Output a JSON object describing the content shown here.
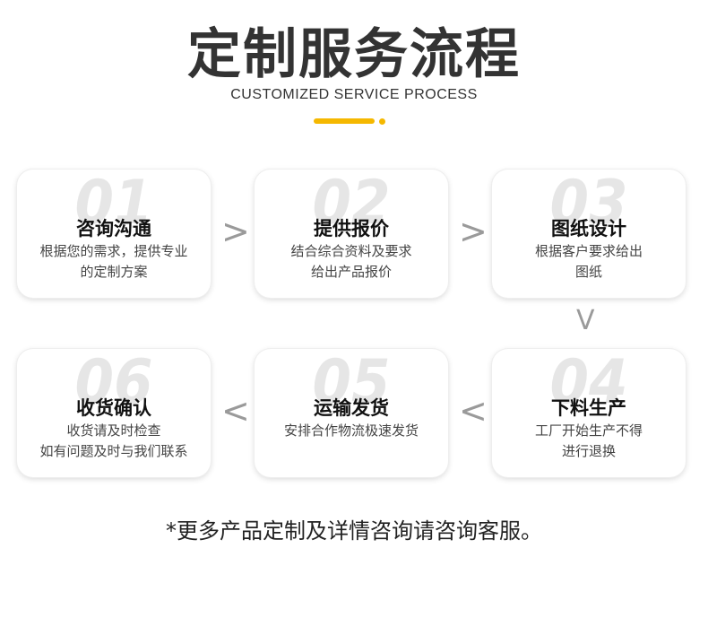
{
  "header": {
    "title": "定制服务流程",
    "subtitle": "CUSTOMIZED SERVICE PROCESS",
    "accent_color": "#f5b800"
  },
  "steps": [
    {
      "num": "01",
      "title": "咨询沟通",
      "desc_line1": "根据您的需求，提供专业",
      "desc_line2": "的定制方案"
    },
    {
      "num": "02",
      "title": "提供报价",
      "desc_line1": "结合综合资料及要求",
      "desc_line2": "给出产品报价"
    },
    {
      "num": "03",
      "title": "图纸设计",
      "desc_line1": "根据客户要求给出",
      "desc_line2": "图纸"
    },
    {
      "num": "04",
      "title": "下料生产",
      "desc_line1": "工厂开始生产不得",
      "desc_line2": "进行退换"
    },
    {
      "num": "05",
      "title": "运输发货",
      "desc_line1": "安排合作物流极速发货",
      "desc_line2": ""
    },
    {
      "num": "06",
      "title": "收货确认",
      "desc_line1": "收货请及时检查",
      "desc_line2": "如有问题及时与我们联系"
    }
  ],
  "arrows": {
    "right": ">",
    "left": "<",
    "down": "V"
  },
  "footer": {
    "note": "*更多产品定制及详情咨询请咨询客服。"
  }
}
